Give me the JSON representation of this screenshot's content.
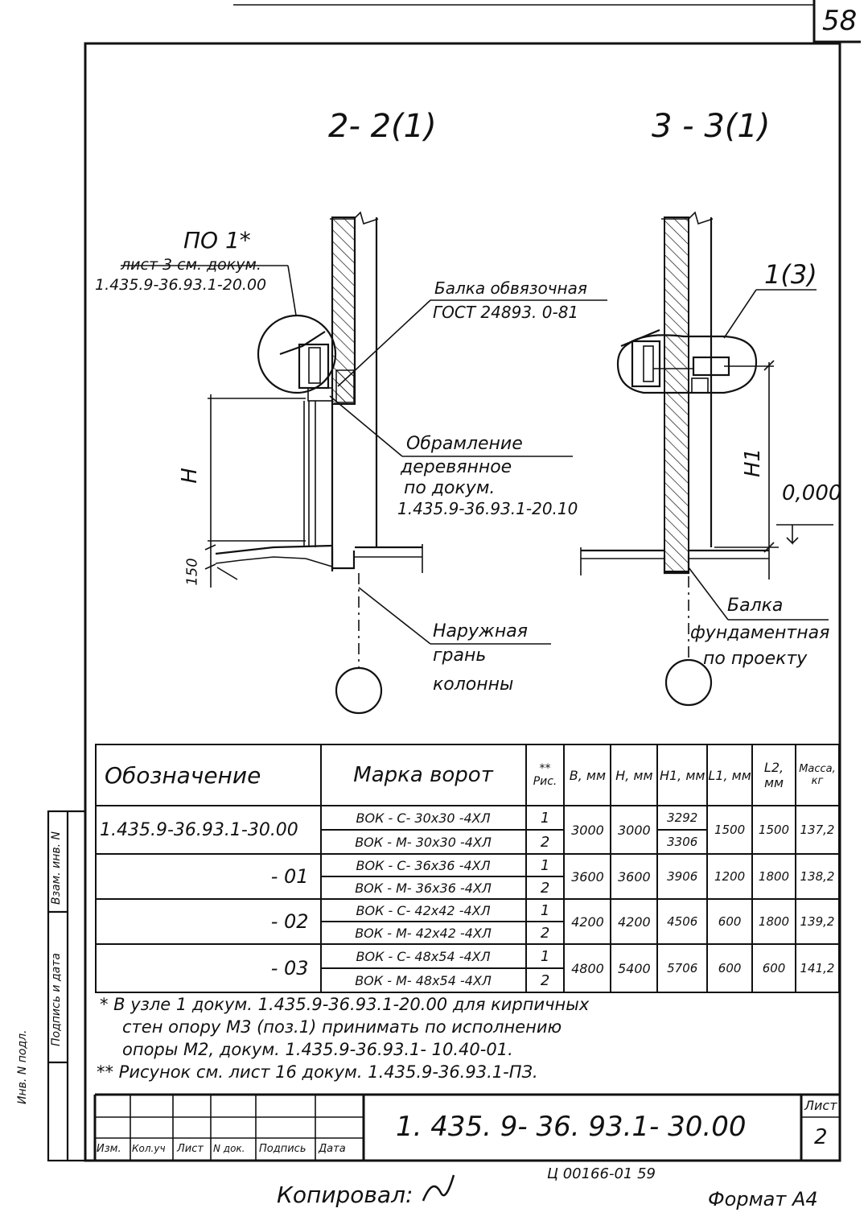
{
  "sheet_number": "58",
  "sections": {
    "left_title": "2- 2(1)",
    "right_title": "3 - 3(1)"
  },
  "callouts": {
    "po1": "ПО 1*",
    "po1_ref_line1": "лист 3 см. докум.",
    "po1_ref_line2": "1.435.9-36.93.1-20.00",
    "beam_strap_line1": "Балка обвязочная",
    "beam_strap_line2": "ГОСТ 24893. 0-81",
    "frame_line1": "Обрамление",
    "frame_line2": "деревянное",
    "frame_line3": "по докум.",
    "frame_line4": "1.435.9-36.93.1-20.10",
    "node_ref": "1(3)",
    "level": "0,000",
    "outer_face_line1": "Наружная",
    "outer_face_line2": "грань",
    "outer_face_line3": "колонны",
    "foundation_beam_line1": "Балка",
    "foundation_beam_line2": "фундаментная",
    "foundation_beam_line3": "по проекту",
    "dim_H": "H",
    "dim_H1": "H1",
    "dim_150": "150"
  },
  "table": {
    "headers": [
      "Обозначение",
      "Марка ворот",
      "** Рис.",
      "B, мм",
      "H, мм",
      "H1, мм",
      "L1, мм",
      "L2, мм",
      "Масса, кг"
    ],
    "groups": [
      {
        "designation": "1.435.9-36.93.1-30.00",
        "rows": [
          {
            "mark": "ВОК - С- 30х30 -4ХЛ",
            "fig": "1",
            "h1": "3292"
          },
          {
            "mark": "ВОК - М- 30х30 -4ХЛ",
            "fig": "2",
            "h1": "3306"
          }
        ],
        "b": "3000",
        "h": "3000",
        "l1": "1500",
        "l2": "1500",
        "mass": "137,2"
      },
      {
        "designation": "- 01",
        "rows": [
          {
            "mark": "ВОК - С- 36х36 -4ХЛ",
            "fig": "1"
          },
          {
            "mark": "ВОК - М- 36х36 -4ХЛ",
            "fig": "2"
          }
        ],
        "b": "3600",
        "h": "3600",
        "h1": "3906",
        "l1": "1200",
        "l2": "1800",
        "mass": "138,2"
      },
      {
        "designation": "- 02",
        "rows": [
          {
            "mark": "ВОК - С- 42х42 -4ХЛ",
            "fig": "1"
          },
          {
            "mark": "ВОК - М- 42х42 -4ХЛ",
            "fig": "2"
          }
        ],
        "b": "4200",
        "h": "4200",
        "h1": "4506",
        "l1": "600",
        "l2": "1800",
        "mass": "139,2"
      },
      {
        "designation": "- 03",
        "rows": [
          {
            "mark": "ВОК - С- 48х54 -4ХЛ",
            "fig": "1"
          },
          {
            "mark": "ВОК - М- 48х54 -4ХЛ",
            "fig": "2"
          }
        ],
        "b": "4800",
        "h": "5400",
        "h1": "5706",
        "l1": "600",
        "l2": "600",
        "mass": "141,2"
      }
    ]
  },
  "notes": {
    "line1": "* В узле 1 докум.   1.435.9-36.93.1-20.00  для  кирпичных",
    "line2": "стен опору  М3 (поз.1) принимать по исполнению",
    "line3": "опоры М2, докум.  1.435.9-36.93.1- 10.40-01.",
    "line4": "** Рисунок  см. лист 16 докум.   1.435.9-36.93.1-ПЗ."
  },
  "title_block": {
    "code": "1. 435. 9- 36. 93.1- 30.00",
    "sheet_label": "Лист",
    "sheet_value": "2",
    "cols": [
      "Изм.",
      "Кол.уч",
      "Лист",
      "N док.",
      "Подпись",
      "Дата"
    ]
  },
  "side_stamp": {
    "items": [
      "Инв. N подл.",
      "Подпись и дата",
      "Взам. инв. N"
    ]
  },
  "footer": {
    "copied": "Копировал:",
    "order": "Ц 00166-01  59",
    "format": "Формат А4"
  }
}
